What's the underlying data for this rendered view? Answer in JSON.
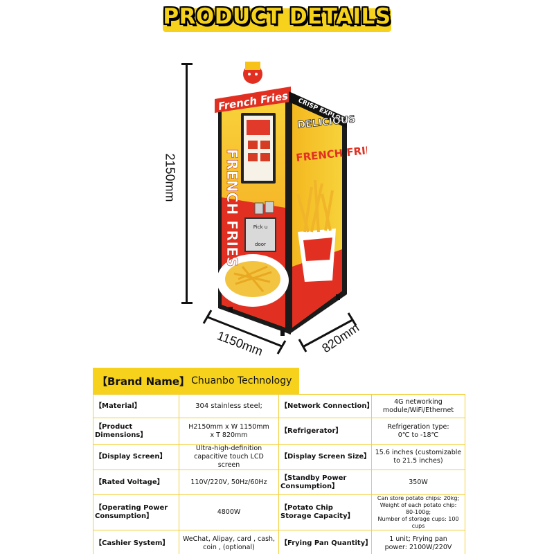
{
  "header": {
    "title": "PRODUCT DETAILS"
  },
  "dimensions": {
    "height": "2150mm",
    "width": "1150mm",
    "depth": "820mm"
  },
  "machine": {
    "brand_script": "French Fries",
    "side_banner": "CRISP EXPLOSION",
    "side_title_1": "DELICIOUS",
    "side_title_2": "FRENCH FRIES",
    "front_vertical": "FRENCH FRIES",
    "pickup_1": "Pick up",
    "pickup_2": "door",
    "colors": {
      "yellow": "#f7c21a",
      "red": "#e52b1f",
      "dark": "#1a1a1a",
      "gold": "#f3cf35"
    }
  },
  "brand": {
    "label": "【Brand Name】",
    "value": "Chuanbo Technology"
  },
  "specs": {
    "rows": [
      {
        "k1": "【Material】",
        "v1": [
          "304 stainless steel;"
        ],
        "k2": "【Network Connection】",
        "v2": [
          "4G networking",
          "module/WiFi/Ethernet"
        ]
      },
      {
        "k1": "【Product Dimensions】",
        "v1": [
          "H2150mm x W 1150mm",
          "x T 820mm"
        ],
        "k2": "【Refrigerator】",
        "v2": [
          "Refrigeration type:",
          "0℃ to -18℃"
        ]
      },
      {
        "k1": "【Display Screen】",
        "v1": [
          "Ultra-high-definition",
          "capacitive touch LCD screen"
        ],
        "k2": "【Display Screen Size】",
        "v2": [
          "15.6 inches (customizable",
          "to 21.5 inches)"
        ]
      },
      {
        "k1": "【Rated Voltage】",
        "v1": [
          "110V/220V, 50Hz/60Hz"
        ],
        "k2a": "【Standby Power",
        "k2b": "Consumption】",
        "v2": [
          "350W"
        ]
      },
      {
        "k1a": "【Operating Power",
        "k1b": "Consumption】",
        "v1": [
          "4800W"
        ],
        "k2a": "【Potato Chip",
        "k2b": "Storage Capacity】",
        "v2": [
          "Can store potato chips: 20kg;",
          "Weight of each potato chip: 80-100g;",
          "Number of storage cups: 100 cups"
        ]
      },
      {
        "k1": "【Cashier System】",
        "v1": [
          "WeChat, Alipay, card , cash,",
          "coin , (optional)"
        ],
        "k2": "【Frying Pan Quantity】",
        "v2": [
          "1 unit; Frying pan",
          "power: 2100W/220V"
        ]
      }
    ]
  }
}
